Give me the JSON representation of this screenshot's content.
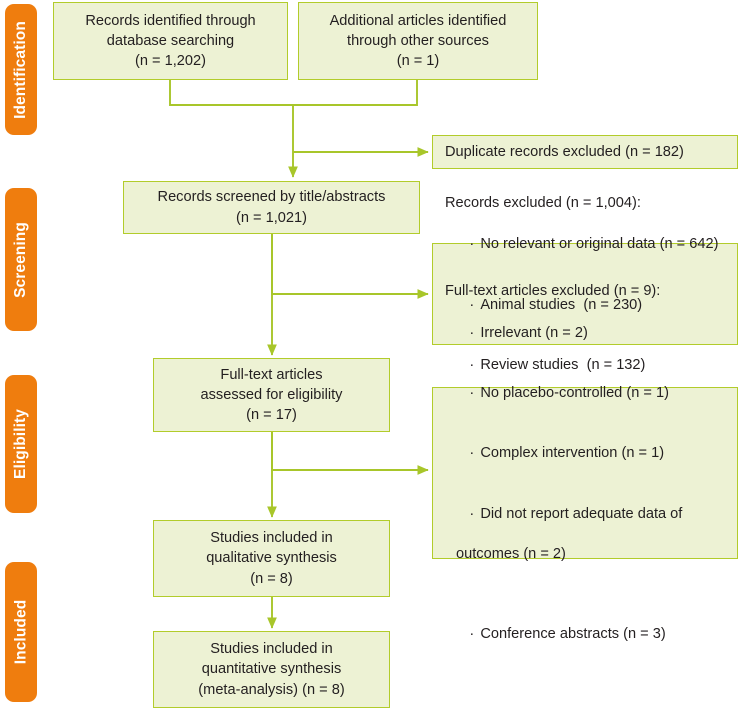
{
  "diagram": {
    "title": "PRISMA study selection flow diagram",
    "colors": {
      "box_fill": "#edf2d4",
      "box_border": "#b2cc2b",
      "connector": "#a8c62a",
      "stage_bar": "#ef7d0e",
      "stage_text": "#ffffff",
      "body_text": "#231f20",
      "page_background": "#ffffff"
    }
  },
  "stages": [
    {
      "id": "identification",
      "label": "Identification"
    },
    {
      "id": "screening",
      "label": "Screening"
    },
    {
      "id": "eligibility",
      "label": "Eligibility"
    },
    {
      "id": "included",
      "label": "Included"
    }
  ],
  "boxes": {
    "records_database": {
      "lines": [
        "Records identified through",
        "database searching",
        "(n = 1,202)"
      ]
    },
    "records_other_sources": {
      "lines": [
        "Additional articles identified",
        "through other sources",
        "(n = 1)"
      ]
    },
    "duplicates_excluded": {
      "lines": [
        "Duplicate records excluded (n = 182)"
      ]
    },
    "records_screened": {
      "lines": [
        "Records screened by title/abstracts",
        "(n = 1,021)"
      ]
    },
    "records_excluded": {
      "heading": "Records excluded (n = 1,004):",
      "items": [
        {
          "text": "No relevant or original data (n = 642)"
        },
        {
          "text": "Animal studies  (n = 230)"
        },
        {
          "text": "Review studies  (n = 132)"
        }
      ]
    },
    "fulltext_assessed": {
      "lines": [
        "Full-text articles",
        "assessed for eligibility",
        "(n = 17)"
      ]
    },
    "fulltext_excluded": {
      "heading": "Full-text articles excluded (n = 9):",
      "items": [
        {
          "text": "Irrelevant (n = 2)"
        },
        {
          "text": "No placebo-controlled (n = 1)"
        },
        {
          "text": "Complex intervention (n = 1)"
        },
        {
          "text": "Did not report adequate data of",
          "continuation": "outcomes (n = 2)"
        },
        {
          "text": "Conference abstracts (n = 3)"
        }
      ]
    },
    "qualitative_synthesis": {
      "lines": [
        "Studies included in",
        "qualitative synthesis",
        "(n = 8)"
      ]
    },
    "quantitative_synthesis": {
      "lines": [
        "Studies included in",
        "quantitative synthesis",
        "(meta-analysis) (n = 8)"
      ]
    }
  },
  "bullet_glyph": "·"
}
